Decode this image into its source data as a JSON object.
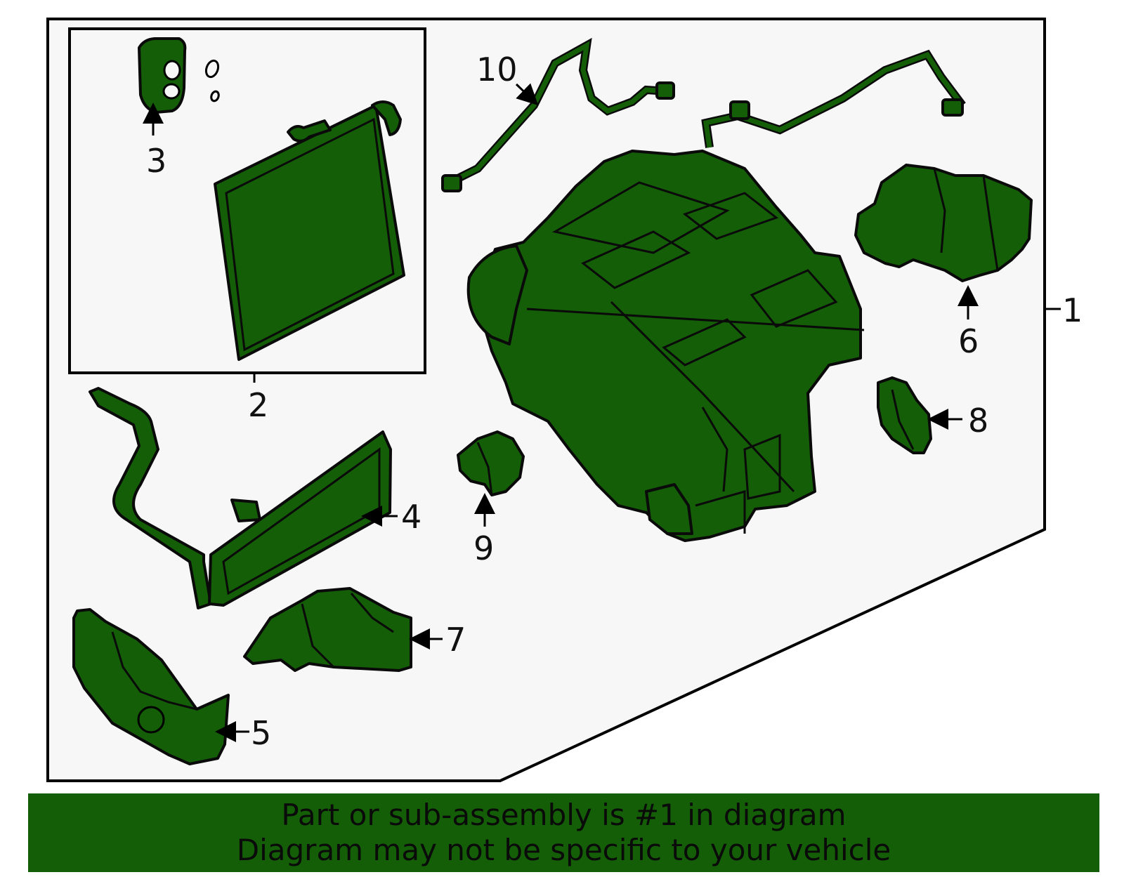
{
  "colors": {
    "part_fill": "#135e06",
    "panel_bg": "#f7f7f7",
    "banner_bg": "#135e06",
    "outline": "#0a0a0a"
  },
  "callouts": {
    "c1": "1",
    "c2": "2",
    "c3": "3",
    "c4": "4",
    "c5": "5",
    "c6": "6",
    "c7": "7",
    "c8": "8",
    "c9": "9",
    "c10": "10"
  },
  "banner": {
    "line1": "Part or sub-assembly is #1 in diagram",
    "line2": "Diagram may not be specific to your vehicle"
  }
}
